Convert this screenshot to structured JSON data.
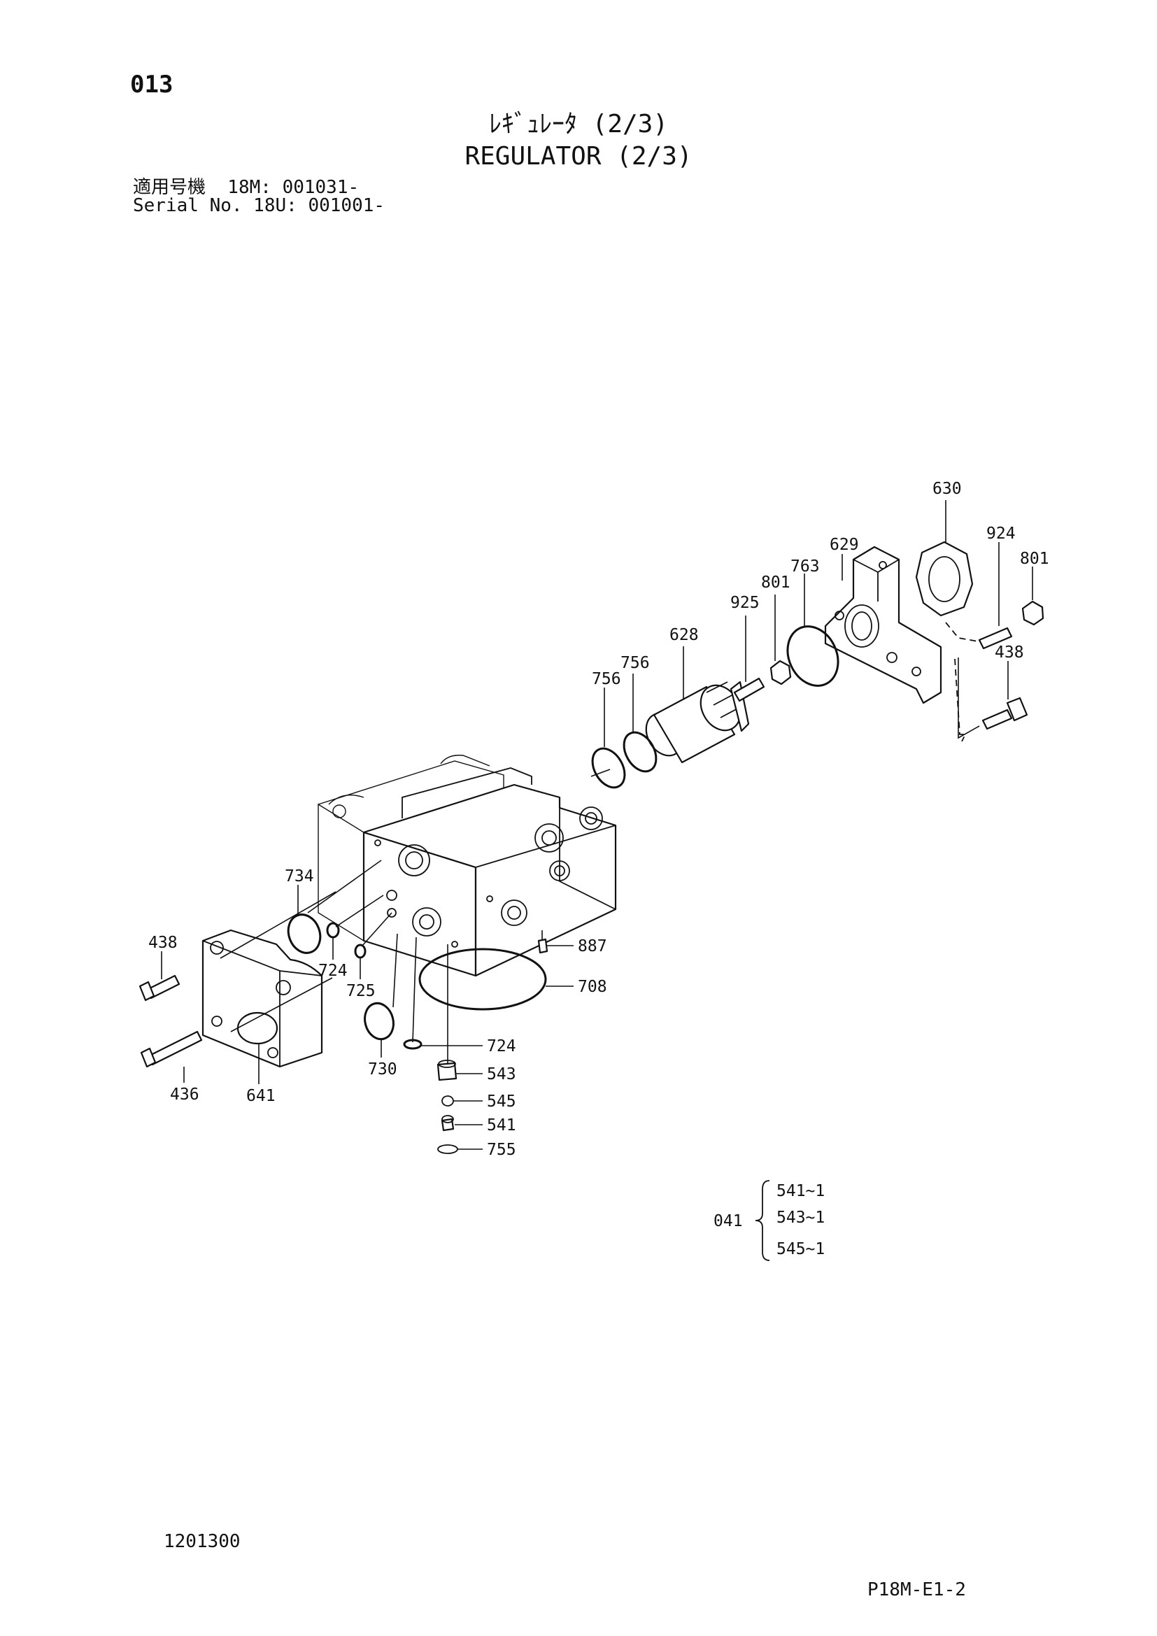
{
  "header": {
    "page_number": "013",
    "title_jp": "ﾚｷﾞｭﾚｰﾀ (2/3)",
    "title_en": "REGULATOR (2/3)",
    "serial_line_1": "適用号機  18M: 001031-",
    "serial_line_2": "Serial No. 18U: 001001-"
  },
  "parts": {
    "p630": "630",
    "p924": "924",
    "p801a": "801",
    "p629": "629",
    "p801b": "801",
    "p763": "763",
    "p925": "925",
    "p628": "628",
    "p756a": "756",
    "p756b": "756",
    "p438a": "438",
    "p734": "734",
    "p438b": "438",
    "p724a": "724",
    "p725": "725",
    "p887": "887",
    "p708": "708",
    "p724b": "724",
    "p730": "730",
    "p543": "543",
    "p436": "436",
    "p641": "641",
    "p545": "545",
    "p541": "541",
    "p755": "755"
  },
  "kit": {
    "code": "041",
    "items": [
      "541~1",
      "543~1",
      "545~1"
    ]
  },
  "footer": {
    "doc_code": "1201300",
    "page_ref": "P18M-E1-2"
  }
}
